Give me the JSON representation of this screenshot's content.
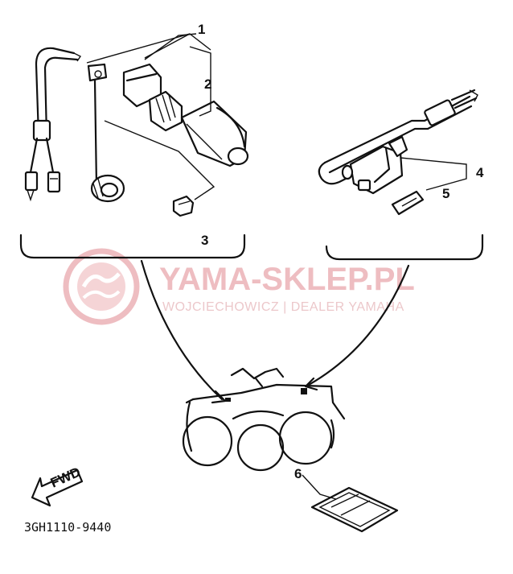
{
  "diagram": {
    "part_labels": [
      "1",
      "2",
      "3",
      "4",
      "5",
      "6"
    ],
    "code": "3GH1110-9440",
    "fwd_label": "FWD"
  },
  "watermark": {
    "title": "YAMA-SKLEP.PL",
    "subtitle": "WOJCIECHOWICZ | DEALER YAMAHA"
  },
  "colors": {
    "line": "#111111",
    "watermark": "#e9a8ad"
  }
}
